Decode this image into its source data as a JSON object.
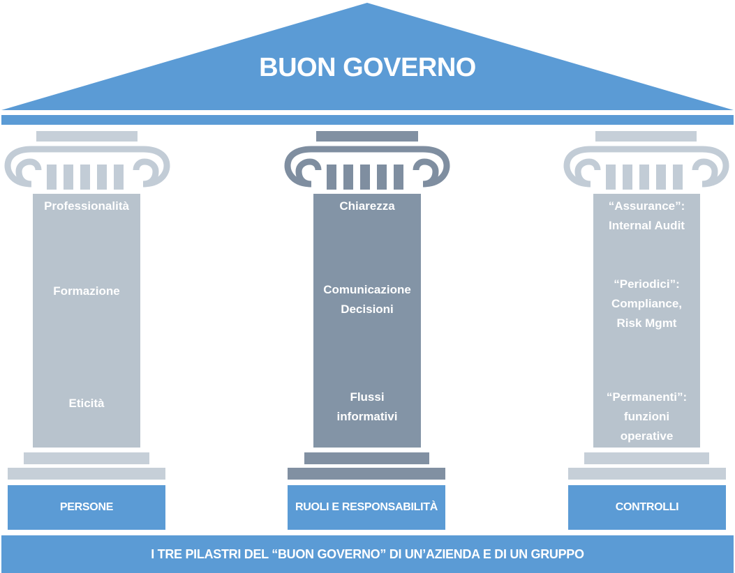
{
  "roof": {
    "title": "BUON GOVERNO"
  },
  "colors": {
    "primary_blue": "#5b9bd5",
    "pillar_light": "#b8c3cd",
    "pillar_dark": "#8394a6",
    "capital_dark": "#7f8ea0"
  },
  "pillars": [
    {
      "label": "PERSONE",
      "items": [
        "Professionalità",
        "Formazione",
        "Eticità"
      ]
    },
    {
      "label": "RUOLI E RESPONSABILITÀ",
      "items": [
        "Chiarezza",
        "Comunicazione",
        "Decisioni",
        "Flussi",
        "informativi"
      ]
    },
    {
      "label": "CONTROLLI",
      "items": [
        "“Assurance”:",
        "Internal Audit",
        "“Periodici”:",
        "Compliance,",
        "Risk Mgmt",
        "“Permanenti”:",
        "funzioni",
        "operative"
      ]
    }
  ],
  "foundation": {
    "text": "I TRE PILASTRI DEL “BUON GOVERNO” DI UN’AZIENDA E DI UN GRUPPO"
  }
}
